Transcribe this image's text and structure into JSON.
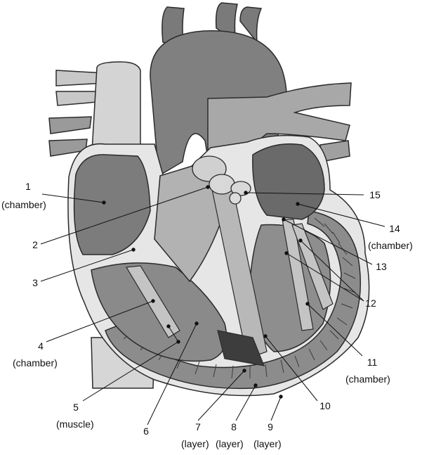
{
  "labels": [
    {
      "id": "1",
      "number": "1",
      "sub": "(chamber)"
    },
    {
      "id": "2",
      "number": "2",
      "sub": ""
    },
    {
      "id": "3",
      "number": "3",
      "sub": ""
    },
    {
      "id": "4",
      "number": "4",
      "sub": "(chamber)"
    },
    {
      "id": "5",
      "number": "5",
      "sub": "(muscle)"
    },
    {
      "id": "6",
      "number": "6",
      "sub": ""
    },
    {
      "id": "7",
      "number": "7",
      "sub": "(layer)"
    },
    {
      "id": "8",
      "number": "8",
      "sub": "(layer)"
    },
    {
      "id": "9",
      "number": "9",
      "sub": "(layer)"
    },
    {
      "id": "10",
      "number": "10",
      "sub": ""
    },
    {
      "id": "11",
      "number": "11",
      "sub": "(chamber)"
    },
    {
      "id": "12",
      "number": "12",
      "sub": ""
    },
    {
      "id": "13",
      "number": "13",
      "sub": ""
    },
    {
      "id": "14",
      "number": "14",
      "sub": "(chamber)"
    },
    {
      "id": "15",
      "number": "15",
      "sub": ""
    }
  ],
  "colors": {
    "outline": "#2b2b2b",
    "light": "#cfcfcf",
    "mid": "#9a9a9a",
    "dark": "#6f6f6f",
    "darker": "#4a4a4a",
    "wall": "#e9e9e9"
  }
}
